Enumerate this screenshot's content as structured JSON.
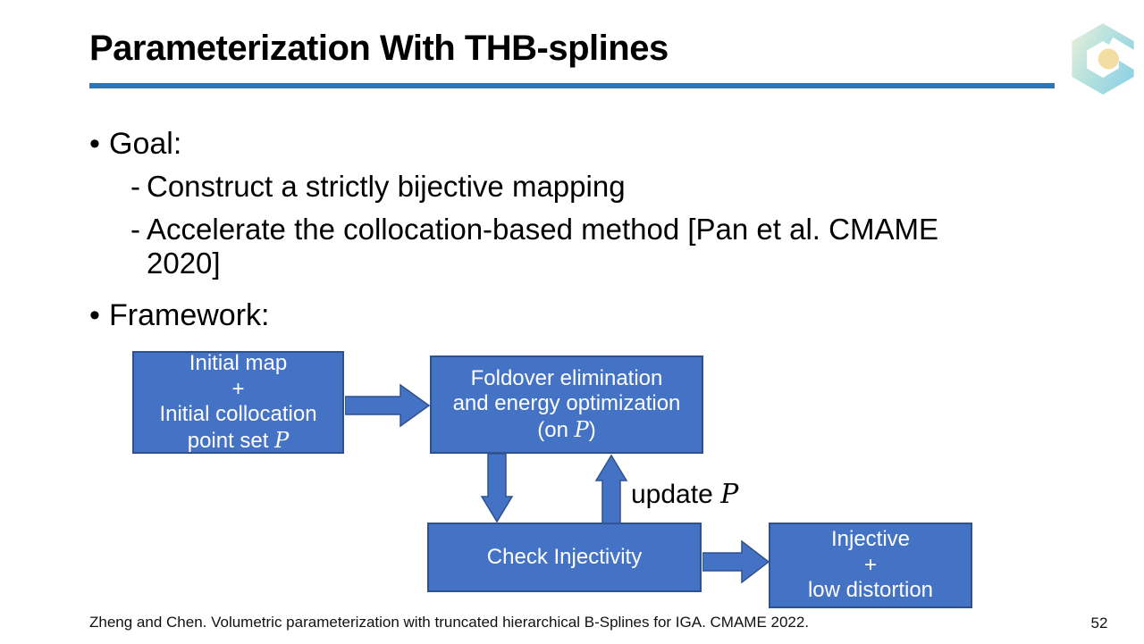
{
  "slide": {
    "title": "Parameterization With THB-splines",
    "footer": "Zheng and Chen. Volumetric parameterization with truncated hierarchical B-Splines for IGA. CMAME 2022.",
    "page_number": "52"
  },
  "bullets": {
    "marker_main": "•",
    "marker_sub": "-",
    "goal_label": "Goal:",
    "goal_items": [
      "Construct a strictly bijective mapping",
      "Accelerate the collocation-based method [Pan et al. CMAME 2020]"
    ],
    "framework_label": "Framework:"
  },
  "flowchart": {
    "boxes": [
      {
        "id": "initial",
        "lines": [
          "Initial map",
          "+",
          "Initial collocation",
          "point set 𝒫"
        ]
      },
      {
        "id": "foldover",
        "lines": [
          "Foldover elimination",
          "and energy optimization",
          "(on 𝒫)"
        ]
      },
      {
        "id": "check",
        "lines": [
          "Check Injectivity"
        ]
      },
      {
        "id": "result",
        "lines": [
          "Injective",
          "+",
          "low distortion"
        ]
      }
    ],
    "edge_label": "update 𝒫"
  },
  "colors": {
    "accent_underline": "#2E75B6",
    "box_fill": "#4472C4",
    "box_border": "#2F528F",
    "box_text": "#FFFFFF",
    "logo_teal": "#93D4E4",
    "logo_cream": "#EDF1DA",
    "logo_yellow": "#F2DEA2"
  }
}
